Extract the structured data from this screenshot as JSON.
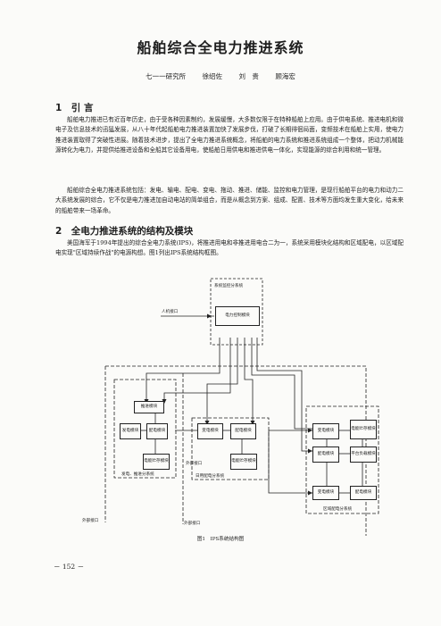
{
  "title": "船舶综合全电力推进系统",
  "authors": {
    "org": "七一一研究所",
    "names": [
      "徐绍佐",
      "刘　贵",
      "顾海宏"
    ]
  },
  "sections": [
    {
      "heading": "1　引 言",
      "paragraphs": [
        "船舶电力推进已有近百年历史，由于受各种因素制约，发展缓慢，大多数仅限于在特种船舶上应用。由于供电系统、推进电机和微电子及信息技术的迅猛发展，从八十年代起船舶电力推进装置加快了发展步伐，打破了长期徘徊局面，变频技术在船舶上实用，使电力推进装置取得了突破性进展。随着技术进步，提出了全电力推进系统概念，将船舶的电力系统和推进系统组成一个整体，把动力机械能源转化为电力，并提供给推进设备和全船其它设备用电，使船舶日用供电和推进供电一体化，实现能源的综合利用和统一管理。",
        "船舶综合全电力推进系统包括：发电、输电、配电、变电、拖动、推进、储能、监控和电力管理，是现行船舶平台的电力和动力二大系统发展的综合，它不仅是电力推进加自动电站的简单组合，而是从概念到方案、组成、配置、技术等方面均发生重大变化，给未来的船舶带来一场革命。"
      ]
    },
    {
      "heading": "2　全电力推进系统的结构及模块",
      "paragraphs": [
        "美国海军于1994年提出的综合全电力系统(IPS)，将推进用电和非推进用电合二为一，系统采用模块化结构和区域配电，以区域配电实现\"区域持续作战\"的电源构想。图1列出IPS系统结构框图。"
      ]
    }
  ],
  "diagram": {
    "monitor_system_label": "系统监控分系统",
    "power_control_module": "电力控制模块",
    "hmi_label": "人机接口",
    "propulsion_module": "推进模块",
    "generator_module_1": "发电模块",
    "distribution_module_1": "配电模块",
    "storage_module_1": "电能贮存模块",
    "gen_prop_system": "发电、推进分系统",
    "external_interface_mid": "外部接口",
    "conversion_module_1": "变电模块",
    "distribution_module_2": "配电模块",
    "storage_module_2": "电能贮存模块",
    "daily_dist_system": "日用配电分系统",
    "conversion_module_2": "变电模块",
    "storage_module_3": "电能贮存模块",
    "distribution_module_3": "配电模块",
    "platform_load_module": "平台负载模块",
    "conversion_module_3": "变电模块",
    "distribution_module_4": "配电模块",
    "zone_dist_system": "区域配电分系统",
    "external_interface_left": "外部接口",
    "external_interface_center": "外部接口",
    "caption": "图1　IPS系统结构图"
  },
  "page_number": "－ 152 －"
}
